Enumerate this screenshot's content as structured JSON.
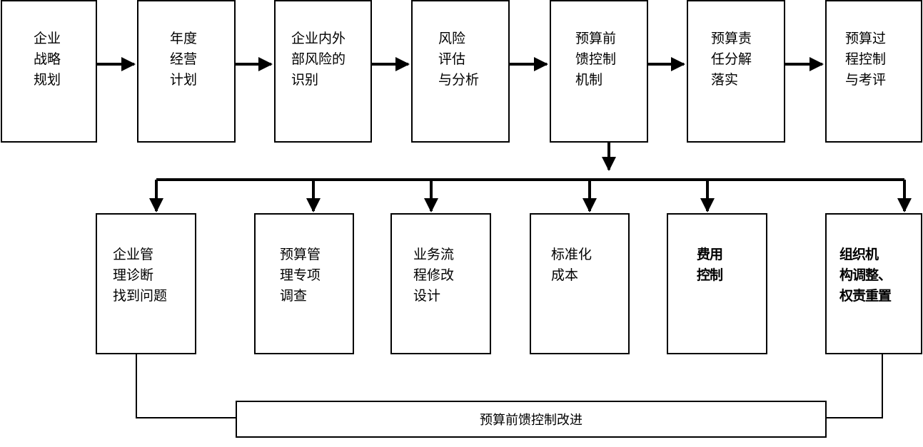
{
  "top_row": [
    {
      "label": "企业\n战略\n规划"
    },
    {
      "label": "年度\n经营\n计划"
    },
    {
      "label": "企业内外\n部风险的\n识别"
    },
    {
      "label": "风险\n评估\n与分析"
    },
    {
      "label": "预算前\n馈控制\n机制"
    },
    {
      "label": "预算责\n任分解\n落实"
    },
    {
      "label": "预算过\n程控制\n与考评"
    }
  ],
  "bottom_row": [
    {
      "label": "企业管\n理诊断\n找到问题"
    },
    {
      "label": "预算管\n理专项\n调查"
    },
    {
      "label": "业务流\n程修改\n设计"
    },
    {
      "label": "标准化\n成本"
    },
    {
      "label": "费用\n控制"
    },
    {
      "label": "组织机\n构调整、\n权责重置"
    }
  ],
  "improvement": {
    "label": "预算前馈控制改进"
  }
}
